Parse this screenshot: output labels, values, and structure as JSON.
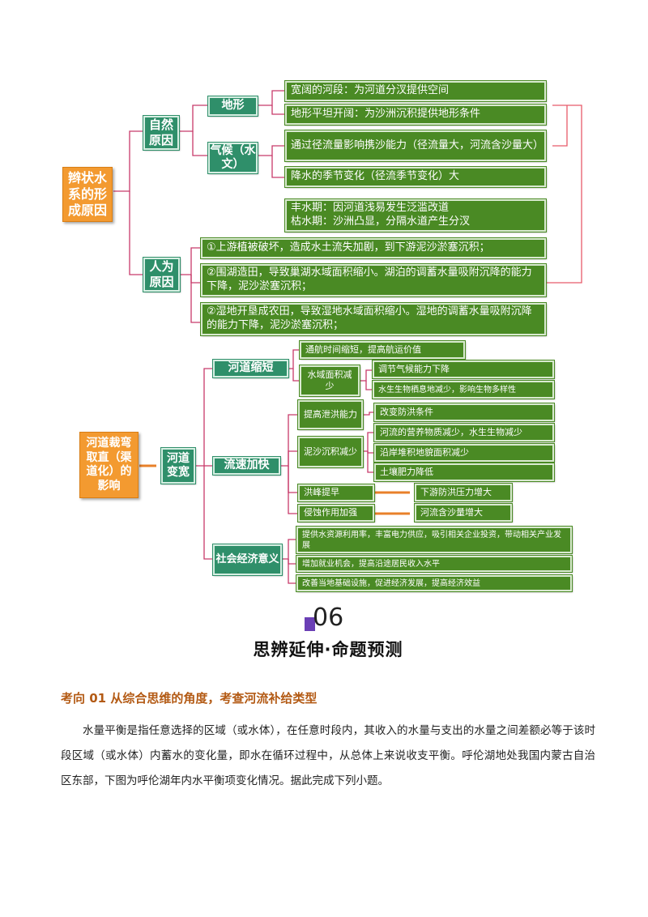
{
  "diagram1": {
    "root": "辫状水系的形成原因",
    "natural": {
      "label": "自然原因",
      "terrain": {
        "label": "地形",
        "items": [
          "宽阔的河段：为河道分汊提供空间",
          "地形平坦开阔：为沙洲沉积提供地形条件"
        ]
      },
      "climate": {
        "label": "气候（水文）",
        "items": [
          "通过径流量影响携沙能力（径流量大，河流含沙量大）",
          "降水的季节变化（径流季节变化）大"
        ]
      },
      "seasons": [
        "丰水期：因河道浅易发生泛滥改道",
        "枯水期：沙洲凸显，分隔水道产生分汊"
      ]
    },
    "human": {
      "label": "人为原因",
      "items": [
        "①上游植被破坏，造成水土流失加剧，到下游泥沙淤塞沉积；",
        "②围湖造田，导致巢湖水域面积缩小。湖泊的调蓄水量吸附沉降的能力下降，泥沙淤塞沉积；",
        "②湿地开垦成农田，导致湿地水域面积缩小。湿地的调蓄水量吸附沉降的能力下降，泥沙淤塞沉积；"
      ]
    }
  },
  "diagram2": {
    "root": "河道裁弯取直（渠道化）的影响",
    "mid": "河道变宽",
    "shorten": {
      "label": "河道缩短",
      "nav": "通航时间缩短，提高航运价值",
      "water_area": "水域面积减少",
      "water_area_items": [
        "调节气候能力下降",
        "水生生物栖息地减少，影响生物多样性"
      ]
    },
    "faster": {
      "label": "流速加快",
      "flood": "提高泄洪能力",
      "flood_item": "改变防洪条件",
      "silt": "泥沙沉积减少",
      "silt_items": [
        "河流的营养物质减少，水生生物减少",
        "沿岸堆积地貌面积减少",
        "土壤肥力降低"
      ],
      "peak": "洪峰提早",
      "peak_result": "下游防洪压力增大",
      "erosion": "侵蚀作用加强",
      "erosion_result": "河流含沙量增大"
    },
    "social": {
      "label": "社会经济意义",
      "items": [
        "提供水资源利用率，丰富电力供应，吸引相关企业投资，带动相关产业发展",
        "增加就业机会，提高沿途居民收入水平",
        "改善当地基础设施，促进经济发展，提高经济效益"
      ]
    }
  },
  "section": {
    "number": "06",
    "title": "思辨延伸·命题预测"
  },
  "question": {
    "heading": "考向 01  从综合思维的角度，考查河流补给类型",
    "paragraph": "水量平衡是指任意选择的区域（或水体），在任意时段内，其收入的水量与支出的水量之间差额必等于该时段区域（或水体）内蓄水的变化量，即水在循环过程中，从总体上来说收支平衡。呼伦湖地处我国内蒙古自治区东部，下图为呼伦湖年内水平衡项变化情况。据此完成下列小题。"
  },
  "colors": {
    "orange": "#f39a30",
    "teal": "#2f8f6a",
    "green": "#4a8a24",
    "connector": "#c83a6a",
    "arrow": "#e8802a",
    "heading": "#b35a14",
    "purple": "#6a3fb5"
  }
}
